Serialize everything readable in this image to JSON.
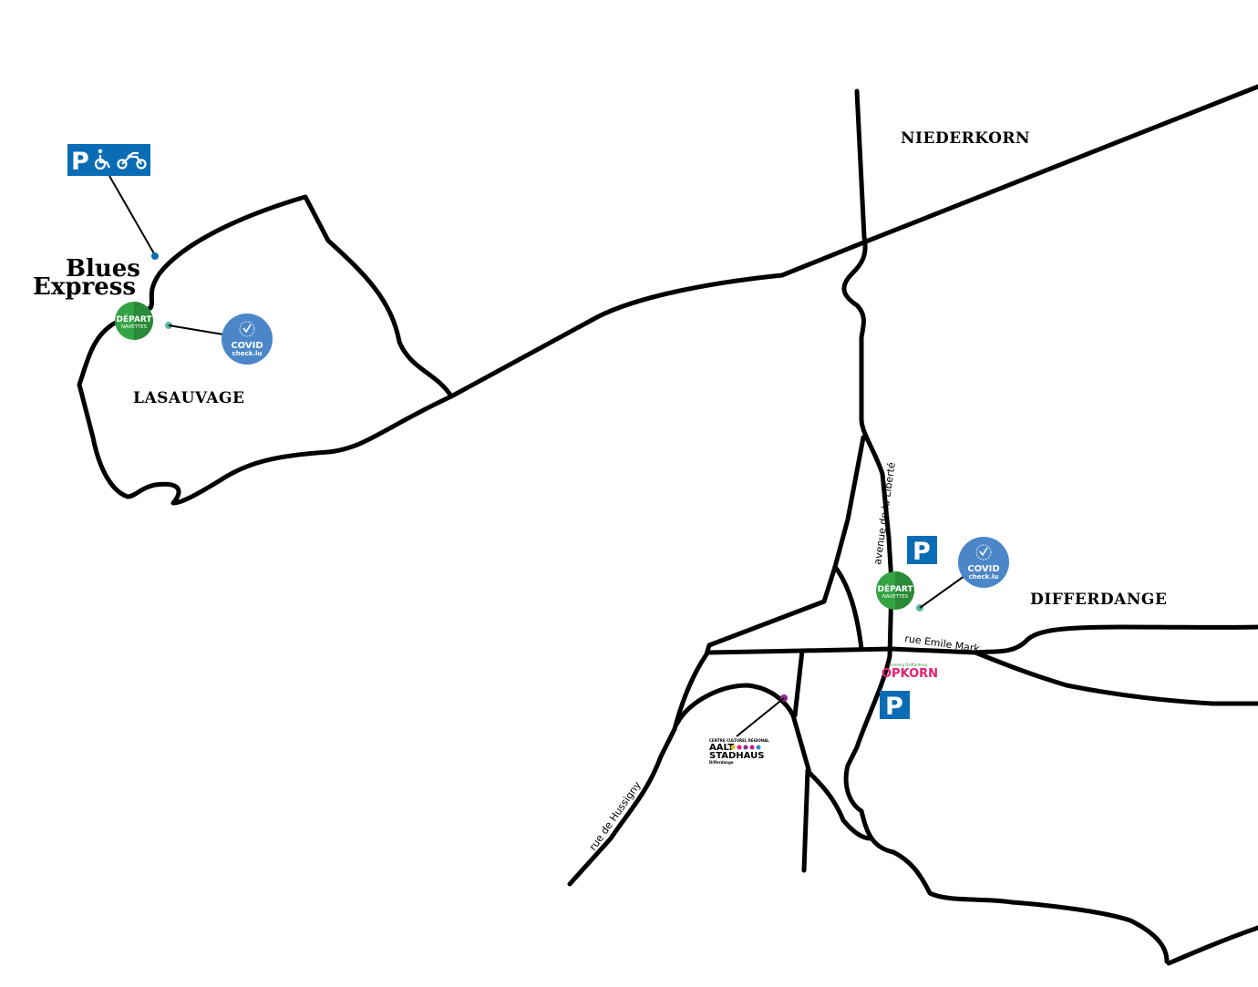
{
  "towns": {
    "niederkorn": "NIEDERKORN",
    "lasauvage": "LASAUVAGE",
    "differdange": "DIFFERDANGE"
  },
  "brand": {
    "line1": "Blues",
    "line2": "Express"
  },
  "streets": {
    "liberte": "avenue de la Liberté",
    "emile_mark": "rue Emile Mark",
    "hussigny": "rue de Hussigny"
  },
  "shuttle_stops": [
    {
      "line1": "DÉPART",
      "line2": "NAVETTES"
    },
    {
      "line1": "DÉPART",
      "line2": "NAVETTES"
    }
  ],
  "covid_badges": [
    {
      "line1": "COVID",
      "line2": "check.lu"
    },
    {
      "line1": "COVID",
      "line2": "check.lu"
    }
  ],
  "parking": {
    "letter": "P",
    "lasauvage_icons": [
      "parking-icon",
      "wheelchair-icon",
      "motorcycle-icon"
    ]
  },
  "venues": {
    "opkorn": {
      "tagline": "Gemeng Déifferdeng",
      "name": "OPKORN"
    },
    "aalt_stadhaus": {
      "top": "CENTRE CULTUREL RÉGIONAL",
      "name1": "AALT",
      "name2": "STADHAUS",
      "city": "Differdange"
    }
  },
  "colors": {
    "road": "#000000",
    "parking_blue": "#0a6cb4",
    "shuttle_green": "#34a344",
    "covid_blue": "#4a86c8",
    "opkorn_pink": "#e2206e",
    "aalt_marker": "#8a2a8a"
  }
}
